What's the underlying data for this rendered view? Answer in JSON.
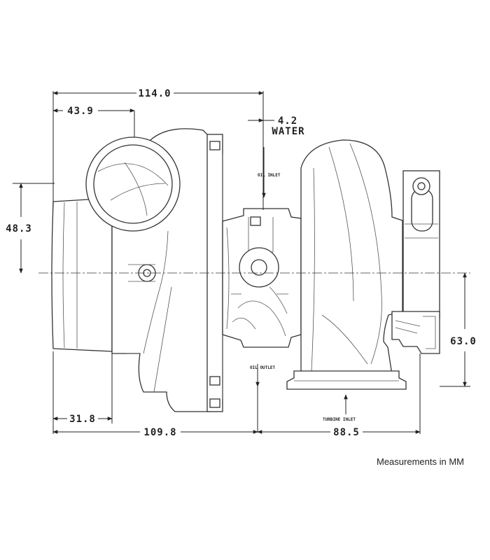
{
  "dimensions": {
    "overall_width": "114.0",
    "compressor_inlet_offset": "43.9",
    "water": {
      "value": "4.2",
      "label": "WATER"
    },
    "height_left": "48.3",
    "height_right": "63.0",
    "compressor_outlet_offset": "31.8",
    "compressor_to_center": "109.8",
    "center_to_turbine": "88.5"
  },
  "port_labels": {
    "oil_inlet": "OIL INLET",
    "oil_outlet": "OIL OUTLET",
    "turbine_inlet": "TURBINE INLET"
  },
  "caption": "Measurements in MM"
}
